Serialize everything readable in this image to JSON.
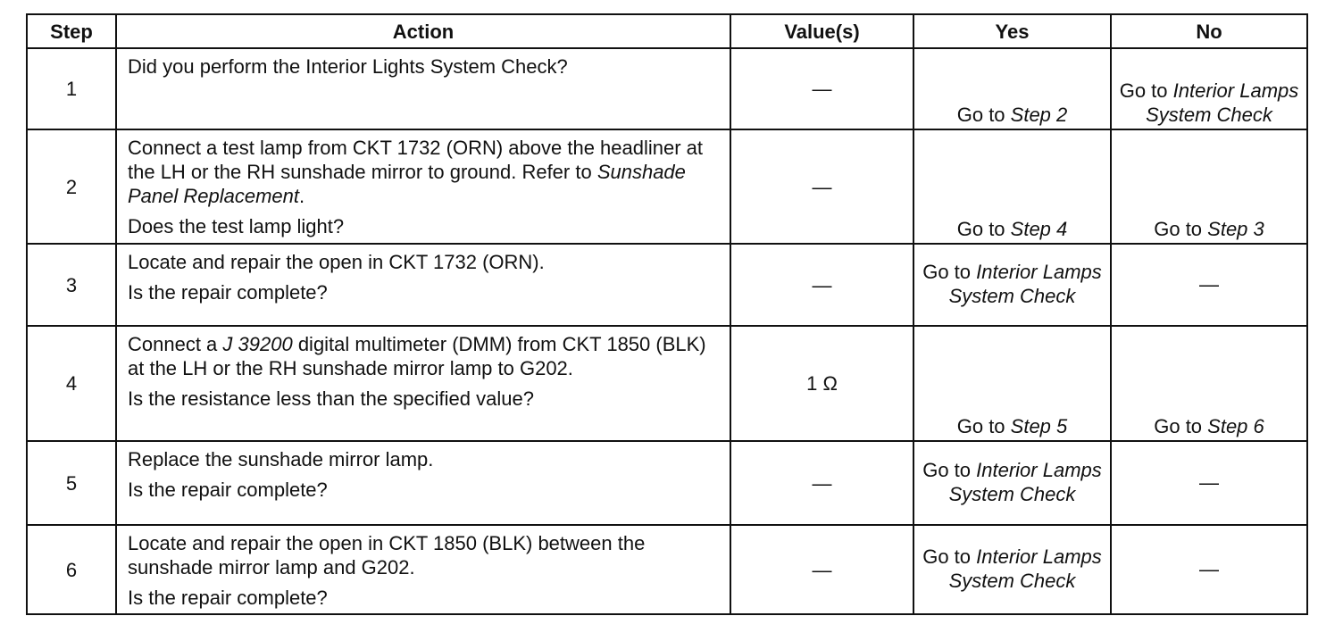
{
  "headers": {
    "step": "Step",
    "action": "Action",
    "values": "Value(s)",
    "yes": "Yes",
    "no": "No"
  },
  "rows": [
    {
      "step": "1",
      "action": [
        {
          "text": "Did you perform the Interior Lights System Check?"
        }
      ],
      "value": "—",
      "yes": {
        "pre": "Go to ",
        "italic": "Step 2"
      },
      "no": {
        "pre": "Go to ",
        "italic": "Interior Lamps System Check"
      }
    },
    {
      "step": "2",
      "action": [
        {
          "text": "Connect a test lamp from CKT 1732 (ORN) above the headliner at the LH or the RH sunshade mirror to ground. Refer to ",
          "italic": "Sunshade Panel Replacement",
          "after": "."
        },
        {
          "text": "Does the test lamp light?"
        }
      ],
      "value": "—",
      "yes": {
        "pre": "Go to ",
        "italic": "Step 4"
      },
      "no": {
        "pre": "Go to ",
        "italic": "Step 3"
      }
    },
    {
      "step": "3",
      "action": [
        {
          "text": "Locate and repair the open in CKT 1732 (ORN)."
        },
        {
          "text": "Is the repair complete?"
        }
      ],
      "value": "—",
      "yes": {
        "pre": "Go to ",
        "italic": "Interior Lamps System Check"
      },
      "no": {
        "text": "—"
      }
    },
    {
      "step": "4",
      "action": [
        {
          "text": "Connect a ",
          "italic": "J 39200",
          "after": " digital multimeter (DMM) from CKT 1850 (BLK) at the LH or the RH sunshade mirror lamp to G202."
        },
        {
          "text": "Is the resistance less than the specified value?"
        }
      ],
      "value": "1 Ω",
      "yes": {
        "pre": "Go to ",
        "italic": "Step 5"
      },
      "no": {
        "pre": "Go to ",
        "italic": "Step 6"
      }
    },
    {
      "step": "5",
      "action": [
        {
          "text": "Replace the sunshade mirror lamp."
        },
        {
          "text": "Is the repair complete?"
        }
      ],
      "value": "—",
      "yes": {
        "pre": "Go to ",
        "italic": "Interior Lamps System Check"
      },
      "no": {
        "text": "—"
      }
    },
    {
      "step": "6",
      "action": [
        {
          "text": "Locate and repair the open in CKT 1850 (BLK) between the sunshade mirror lamp and G202."
        },
        {
          "text": "Is the repair complete?"
        }
      ],
      "value": "—",
      "yes": {
        "pre": "Go to ",
        "italic": "Interior Lamps System Check"
      },
      "no": {
        "text": "—"
      }
    }
  ]
}
